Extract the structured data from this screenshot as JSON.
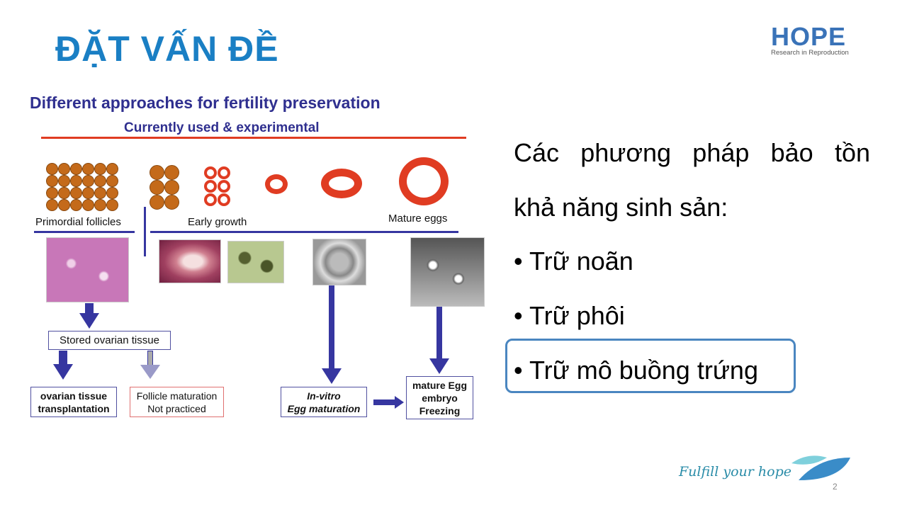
{
  "slide": {
    "title": "ĐẶT VẤN ĐỀ",
    "page_number": "2"
  },
  "logo": {
    "name": "HOPE",
    "subtitle": "Research in Reproduction"
  },
  "figure": {
    "title": "Different approaches for fertility preservation",
    "subtitle": "Currently used & experimental",
    "stages": [
      "Primordial follicles",
      "Early growth",
      "Mature eggs"
    ],
    "boxes": {
      "stored": "Stored ovarian tissue",
      "transplant": [
        "ovarian tissue",
        "transplantation"
      ],
      "follicle": [
        "Follicle maturation",
        "Not practiced"
      ],
      "ivm": [
        "In-vitro",
        "Egg maturation"
      ],
      "freezing": [
        "mature Egg",
        "embryo",
        "Freezing"
      ]
    }
  },
  "content": {
    "intro_line1": "Các phương pháp bảo tồn",
    "intro_line2": "khả năng sinh sản:",
    "bullets": [
      "Trữ noãn",
      "Trữ phôi",
      "Trữ mô buồng trứng"
    ]
  },
  "footer": {
    "tagline": "Fulfill your hope"
  },
  "colors": {
    "title": "#1a7fc4",
    "highlight": "#4a86c0",
    "figure_blue": "#3636a0",
    "figure_red": "#e03c22"
  }
}
